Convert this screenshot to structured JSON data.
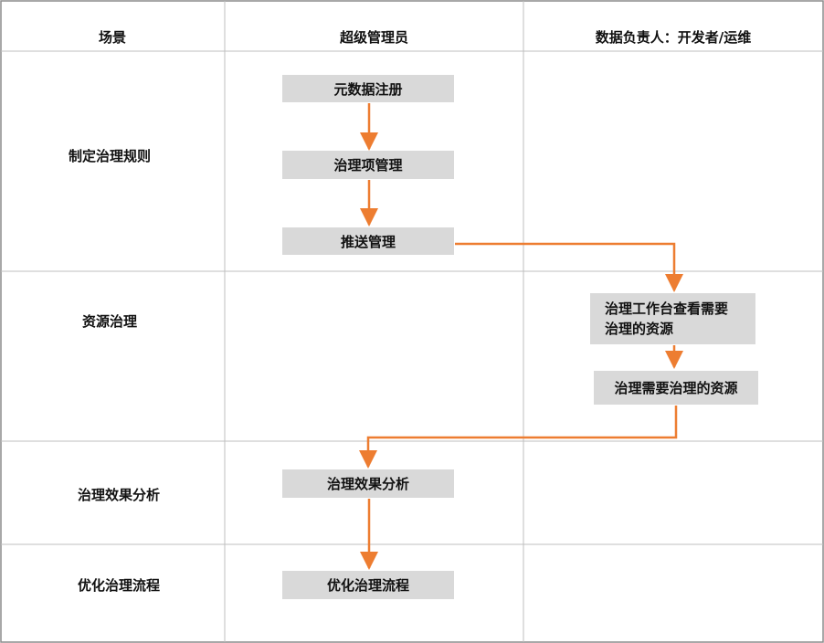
{
  "colors": {
    "grid": "#bfbfbf",
    "border": "#8c8c8c",
    "arrow": "#ed7d31",
    "box": "#d9d9d9"
  },
  "headers": {
    "scene": "场景",
    "super_admin": "超级管理员",
    "data_owner": "数据负责人：开发者/运维"
  },
  "scenes": [
    "制定治理规则",
    "资源治理",
    "治理效果分析",
    "优化治理流程"
  ],
  "steps": {
    "metadata_register": "元数据注册",
    "governance_item_mgmt": "治理项管理",
    "push_mgmt": "推送管理",
    "workbench_view": "治理工作台查看需要\n治理的资源",
    "govern_resources": "治理需要治理的资源",
    "effect_analysis": "治理效果分析",
    "optimize_flow": "优化治理流程"
  }
}
